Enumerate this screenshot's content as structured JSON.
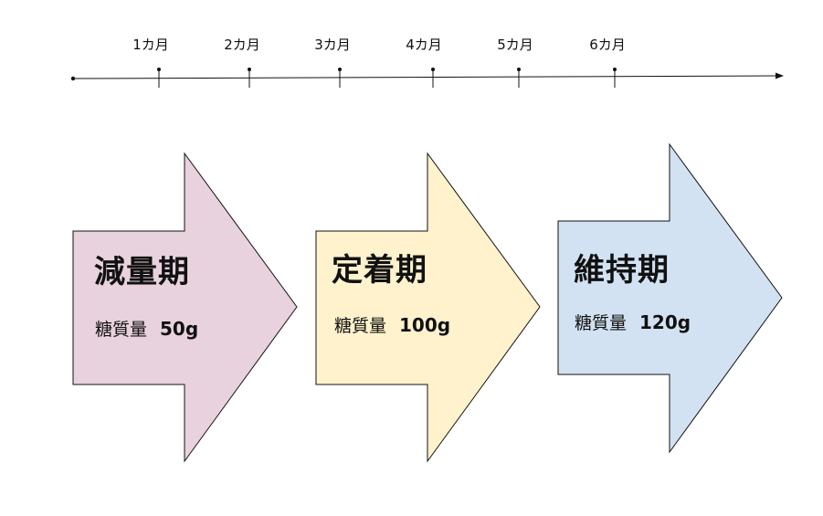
{
  "timeline": {
    "ticks": [
      "1カ月",
      "2カ月",
      "3カ月",
      "4カ月",
      "5カ月",
      "6カ月"
    ]
  },
  "phases": [
    {
      "title": "減量期",
      "carb_label": "糖質量",
      "carb_amount": "50g",
      "fill": "#e8d2dd"
    },
    {
      "title": "定着期",
      "carb_label": "糖質量",
      "carb_amount": "100g",
      "fill": "#fff2cc"
    },
    {
      "title": "維持期",
      "carb_label": "糖質量",
      "carb_amount": "120g",
      "fill": "#d2e2f3"
    }
  ],
  "colors": {
    "stroke": "#111111"
  }
}
